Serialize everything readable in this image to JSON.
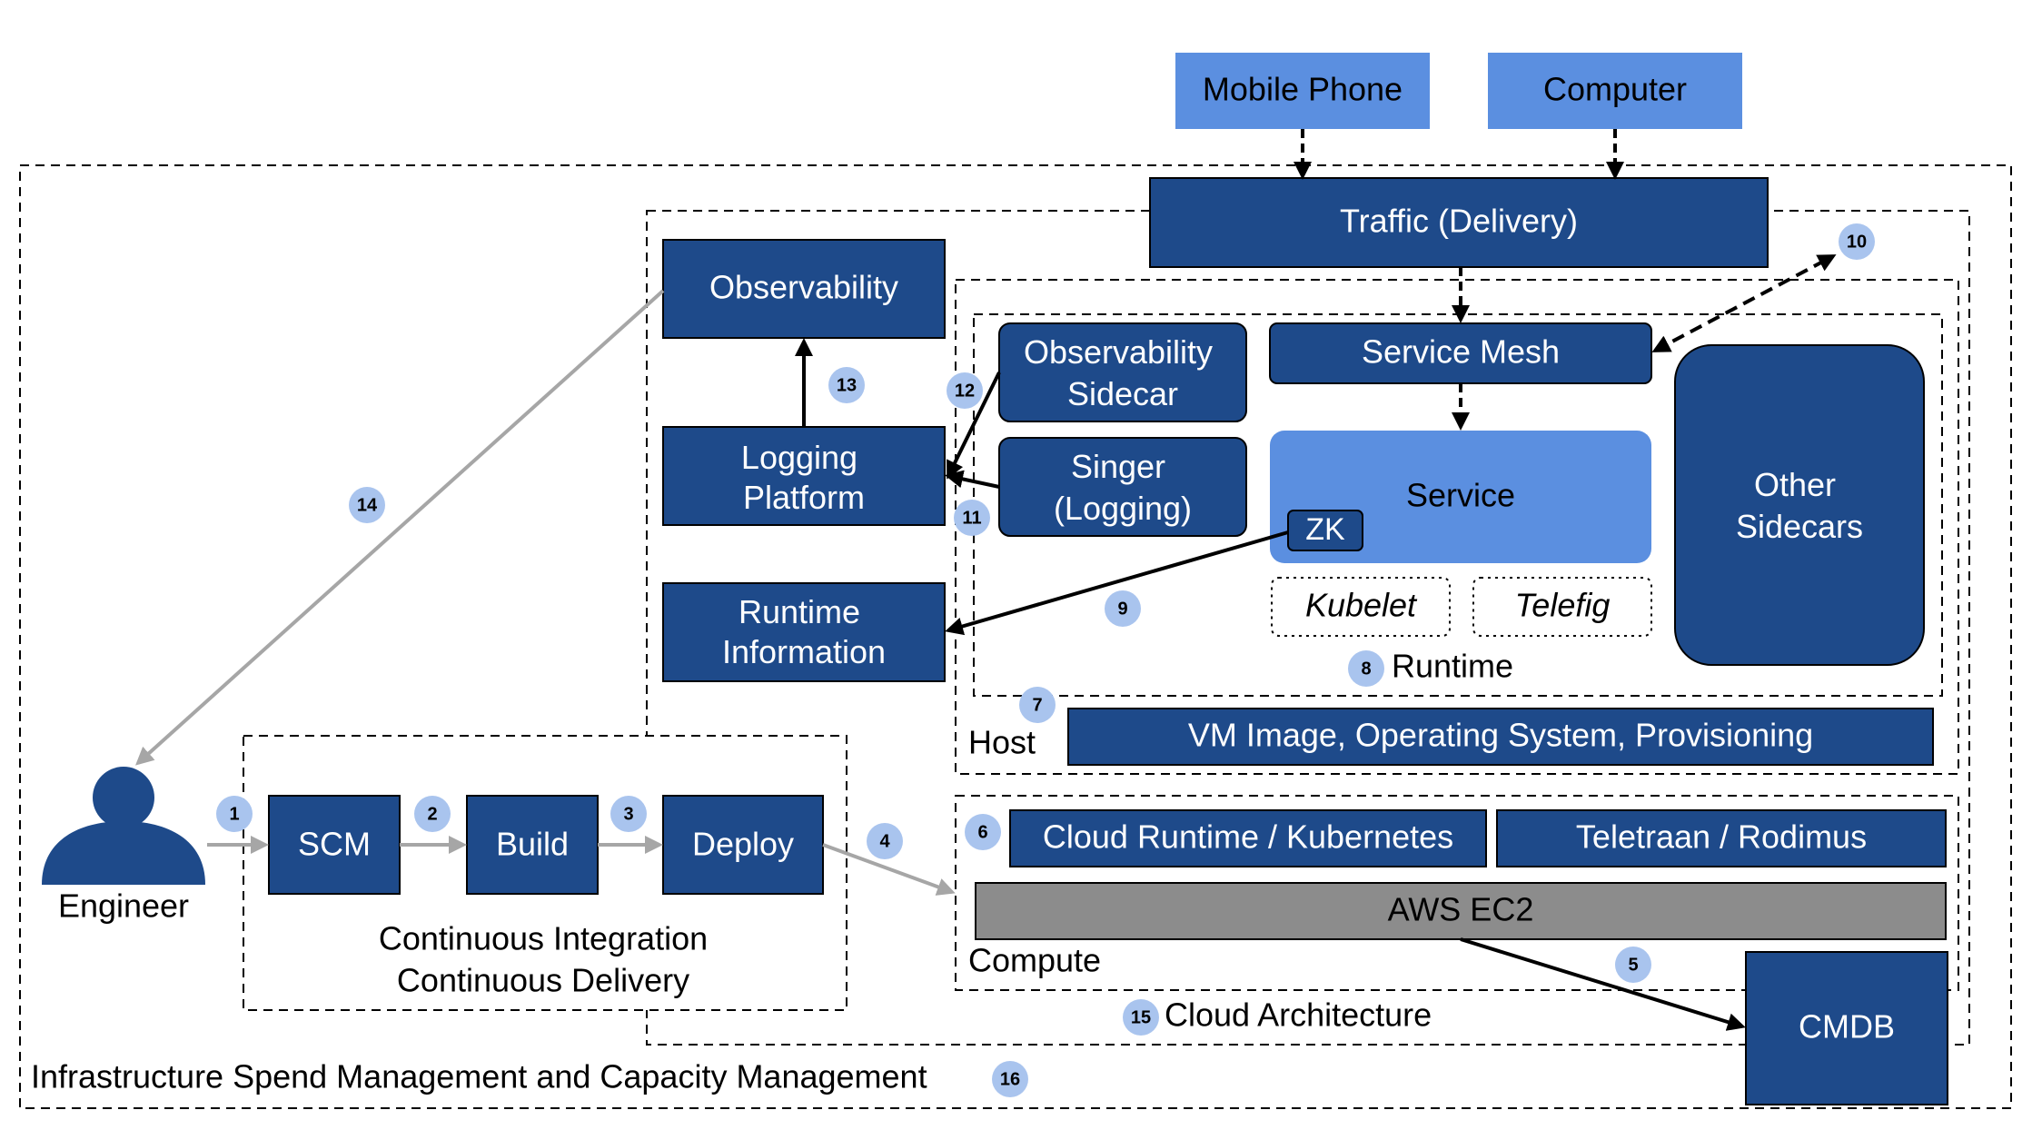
{
  "boxes": {
    "mobile_phone": "Mobile Phone",
    "computer": "Computer",
    "traffic": "Traffic (Delivery)",
    "observability": "Observability",
    "observability_sidecar": [
      "Observability",
      "Sidecar"
    ],
    "service_mesh": "Service Mesh",
    "logging_platform": [
      "Logging",
      "Platform"
    ],
    "singer": [
      "Singer",
      "(Logging)"
    ],
    "service": "Service",
    "zk": "ZK",
    "other_sidecars": [
      "Other",
      "Sidecars"
    ],
    "kubelet": "Kubelet",
    "telefig": "Telefig",
    "runtime_information": [
      "Runtime",
      "Information"
    ],
    "vm_image": "VM Image, Operating System, Provisioning",
    "scm": "SCM",
    "build": "Build",
    "deploy": "Deploy",
    "cloud_runtime": "Cloud Runtime / Kubernetes",
    "teletraan": "Teletraan / Rodimus",
    "aws_ec2": "AWS EC2",
    "cmdb": "CMDB"
  },
  "labels": {
    "engineer": "Engineer",
    "runtime": "Runtime",
    "host": "Host",
    "compute": "Compute",
    "ci_line1": "Continuous Integration",
    "ci_line2": "Continuous Delivery",
    "cloud_architecture": "Cloud Architecture",
    "infrastructure": "Infrastructure Spend Management and Capacity Management"
  },
  "steps": [
    "1",
    "2",
    "3",
    "4",
    "5",
    "6",
    "7",
    "8",
    "9",
    "10",
    "11",
    "12",
    "13",
    "14",
    "15",
    "16"
  ],
  "colors": {
    "dark_blue": "#1e4a8a",
    "light_blue": "#5b8fe0",
    "badge": "#a9c4ee",
    "gray_box": "#8c8c8c",
    "gray_arrow": "#a6a6a6",
    "black": "#000000",
    "white": "#ffffff"
  }
}
